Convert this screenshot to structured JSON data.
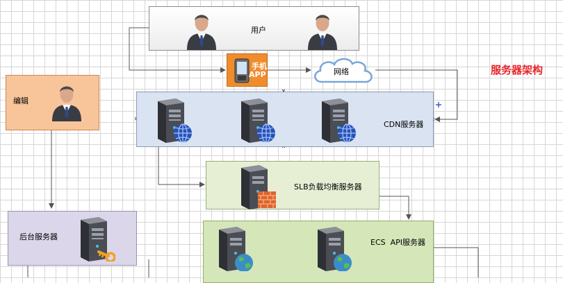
{
  "diagram_title": "服务器架构",
  "nodes": {
    "users": {
      "label": "用户"
    },
    "phone": {
      "label_line1": "手机",
      "label_line2": "APP"
    },
    "network": {
      "label": "网络"
    },
    "editor": {
      "label": "编辑"
    },
    "cdn": {
      "label": "CDN服务器"
    },
    "slb": {
      "label": "SLB负载均衡服务器"
    },
    "backend": {
      "label": "后台服务器"
    },
    "ecs": {
      "label": "ECS  API服务器"
    }
  },
  "colors": {
    "title_red": "#e8262b",
    "phone_orange": "#f08c2c",
    "editor_orange": "#f8c49a",
    "cdn_blue": "#d9e3f1",
    "slb_green": "#e6efd4",
    "backend_purple": "#dcd6ea",
    "ecs_green": "#d5e6b8"
  }
}
